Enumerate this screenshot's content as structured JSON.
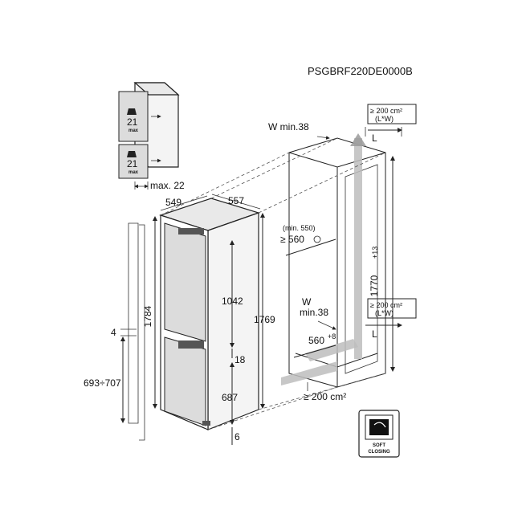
{
  "model_code": "PSGBRF220DE0000B",
  "doors": {
    "upper_load": "21",
    "lower_load": "21",
    "load_unit": "max",
    "max_offset": "max. 22"
  },
  "appliance": {
    "depth": "549",
    "width": "557",
    "height_total": "1784",
    "height_body": "1769",
    "upper_door": "1042",
    "gap": "18",
    "lower_door": "687",
    "bottom_gap": "6",
    "rail_gap": "4",
    "rail_range": "693÷707"
  },
  "niche": {
    "top_vent": "≥ 200 cm²",
    "top_vent_formula": "(L*W)",
    "top_vent_L": "L",
    "top_W": "W min.38",
    "depth_min": "(min. 550)",
    "depth": "≥ 560",
    "height": "1770",
    "height_tol": "+13",
    "mid_vent": "≥ 200 cm²",
    "mid_vent_formula": "(L*W)",
    "mid_vent_L": "L",
    "mid_W": "W",
    "mid_W_min": "min.38",
    "bottom_depth": "560",
    "bottom_depth_tol": "+8",
    "bottom_vent": "≥ 200 cm²"
  },
  "badge": {
    "line1": "SOFT",
    "line2": "CLOSING"
  }
}
